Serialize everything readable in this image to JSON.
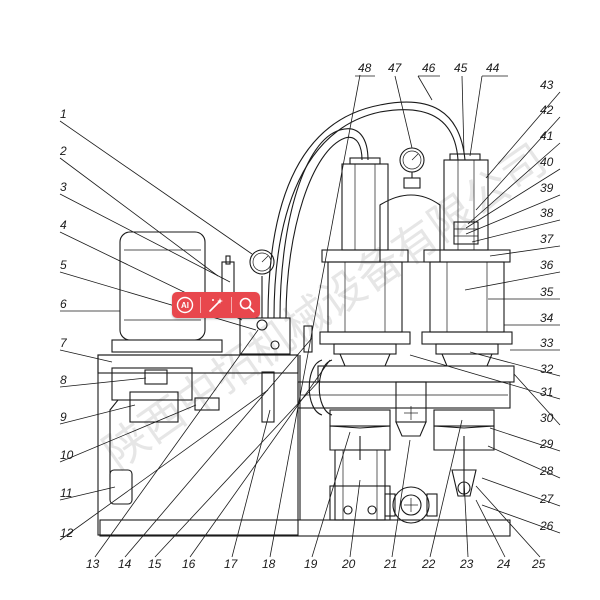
{
  "labels": {
    "left": [
      "1",
      "2",
      "3",
      "4",
      "5",
      "6",
      "7",
      "8",
      "9",
      "10",
      "11",
      "12"
    ],
    "bottom": [
      "13",
      "14",
      "15",
      "16",
      "17",
      "18",
      "19",
      "20",
      "21",
      "22",
      "23",
      "24",
      "25"
    ],
    "right": [
      "26",
      "27",
      "28",
      "29",
      "30",
      "31",
      "32",
      "33",
      "34",
      "35",
      "36",
      "37",
      "38",
      "39",
      "40",
      "41",
      "42",
      "43"
    ],
    "top": [
      "44",
      "45",
      "46",
      "47",
      "48"
    ]
  },
  "watermark": {
    "text": "陕西中拓机械设备有限公司"
  },
  "toolbar": {
    "ai_label": "AI",
    "magic_icon": "magic-wand-icon",
    "search_icon": "search-icon",
    "color": "#e8474d"
  }
}
